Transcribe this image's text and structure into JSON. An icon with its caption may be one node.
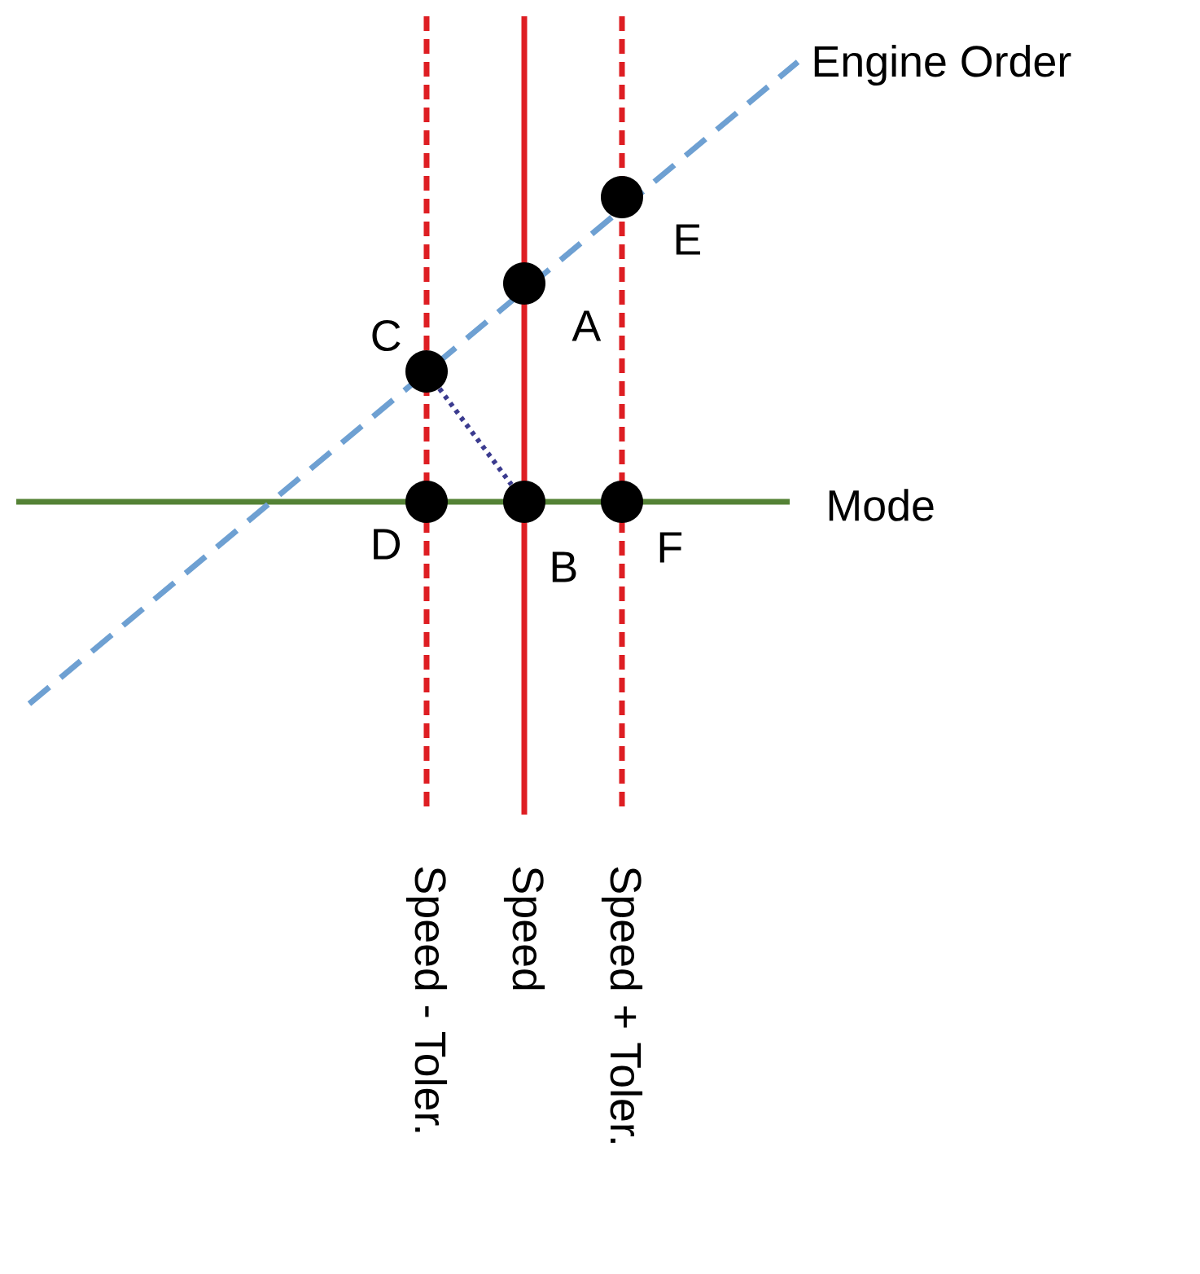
{
  "diagram": {
    "nodes": [
      {
        "text": [],
        "shape": "circle",
        "beside": [
          "E"
        ]
      },
      {
        "text": [],
        "shape": "circle",
        "beside": [
          "A"
        ]
      },
      {
        "text": [],
        "shape": "circle",
        "beside": [
          "C"
        ]
      },
      {
        "text": [],
        "shape": "circle",
        "beside": [
          "D"
        ]
      },
      {
        "text": [],
        "shape": "circle",
        "beside": [
          "B"
        ]
      },
      {
        "text": [],
        "shape": "circle",
        "beside": [
          "F"
        ]
      }
    ],
    "edges": [
      {
        "from": 2,
        "to": 4,
        "arrow": "none",
        "style": "dashed",
        "color": "#3b3b8f"
      }
    ],
    "labels": [
      "Engine Order",
      "Mode",
      "Speed - Toler.",
      "Speed",
      "Speed + Toler."
    ]
  }
}
